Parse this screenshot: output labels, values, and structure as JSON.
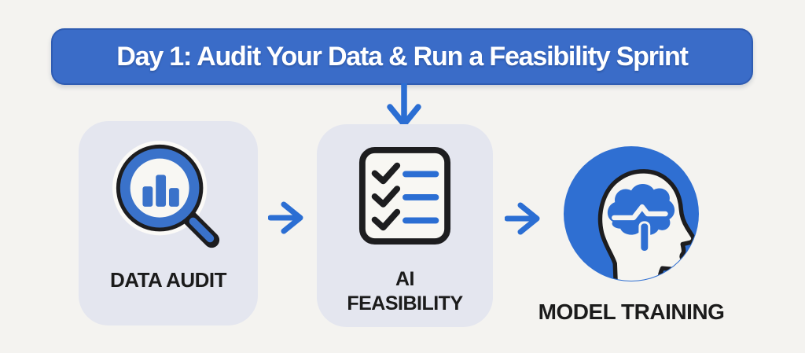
{
  "banner": {
    "title": "Day 1: Audit Your Data & Run a Feasibility Sprint"
  },
  "steps": [
    {
      "label": "DATA AUDIT",
      "icon": "magnifier-bar-chart-icon"
    },
    {
      "label_line1": "AI",
      "label_line2": "FEASIBILITY",
      "icon": "checklist-icon"
    },
    {
      "label": "MODEL TRAINING",
      "icon": "head-brain-icon"
    }
  ],
  "connectors": {
    "down_arrow": "banner-to-ai-feasibility",
    "right_arrow_1": "data-audit-to-ai-feasibility",
    "right_arrow_2": "ai-feasibility-to-model-training"
  },
  "colors": {
    "page_bg": "#f4f3f0",
    "banner_blue": "#3a6cc8",
    "banner_border": "#2f5cb2",
    "card_bg": "#e4e6ef",
    "arrow_blue": "#2b6ed3",
    "icon_blue": "#3a72ca",
    "circle_blue": "#2f6fd2",
    "outline_dark": "#1d1d1f",
    "paper_white": "#f8f7f3",
    "text_dark": "#1b1b1b",
    "title_white": "#ffffff"
  }
}
